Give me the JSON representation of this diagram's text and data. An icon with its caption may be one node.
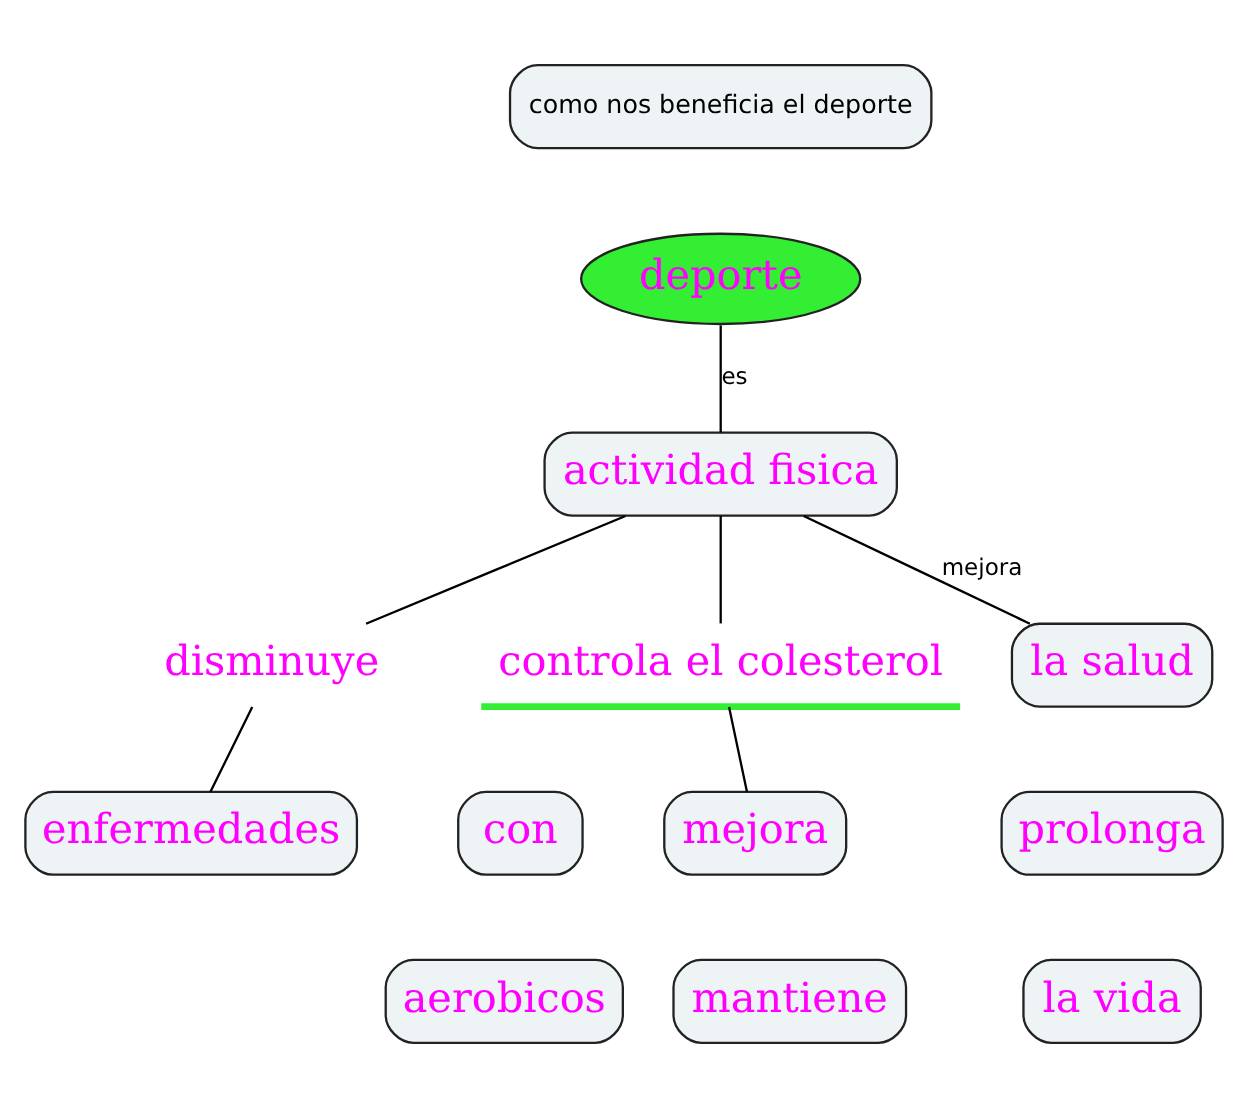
{
  "diagram": {
    "nodes": [
      {
        "text": [
          "como nos beneficia el deporte"
        ]
      },
      {
        "text": [
          "deporte"
        ]
      },
      {
        "text": [
          "actividad fisica"
        ]
      },
      {
        "text": [
          "disminuye"
        ]
      },
      {
        "text": [
          "controla el colesterol"
        ]
      },
      {
        "text": [
          "mejora"
        ]
      },
      {
        "text": [
          "la salud"
        ]
      },
      {
        "text": [
          "enfermedades"
        ]
      },
      {
        "text": [
          "con"
        ]
      },
      {
        "text": [
          "prolonga"
        ]
      },
      {
        "text": [
          "mantiene"
        ]
      },
      {
        "text": [
          "aerobicos"
        ]
      },
      {
        "text": [
          "la vida"
        ]
      }
    ],
    "edges": [
      {
        "from": 1,
        "to": 2,
        "arrow": "none",
        "label": "es"
      },
      {
        "from": 2,
        "to": 3,
        "arrow": "none"
      },
      {
        "from": 2,
        "to": 4,
        "arrow": "none"
      },
      {
        "from": 2,
        "to": 6,
        "arrow": "none",
        "label": "mejora"
      },
      {
        "from": 3,
        "to": 7,
        "arrow": "none"
      },
      {
        "from": 4,
        "to": 5,
        "arrow": "none"
      }
    ]
  }
}
